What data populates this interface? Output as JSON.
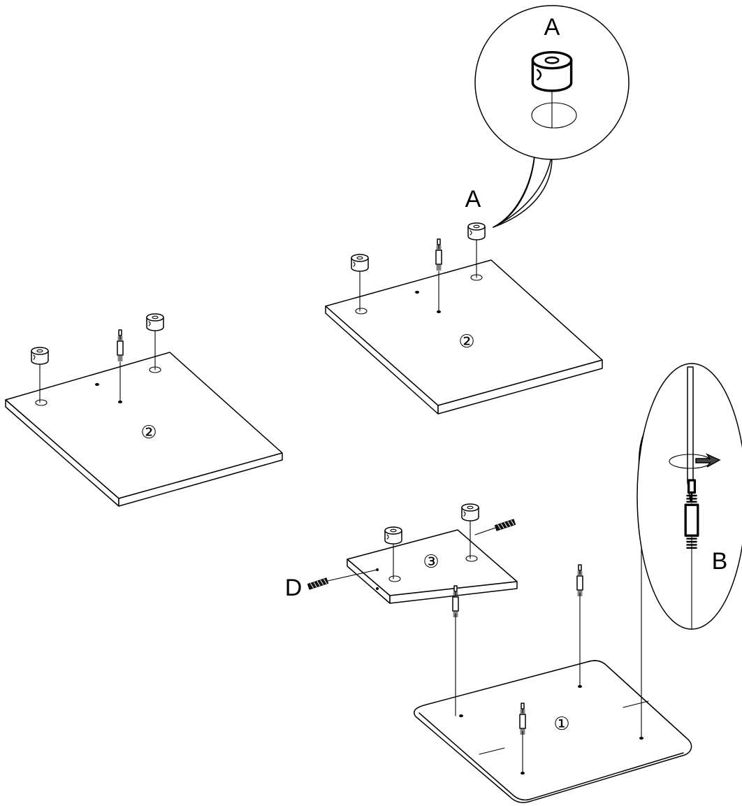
{
  "labels": {
    "a_zoom": "A",
    "a_part": "A",
    "b_zoom": "B",
    "b_part": "B",
    "d_part": "D"
  },
  "panels": {
    "panel_one": "①",
    "panel_two_left": "②",
    "panel_two_right": "②",
    "panel_three": "③"
  }
}
